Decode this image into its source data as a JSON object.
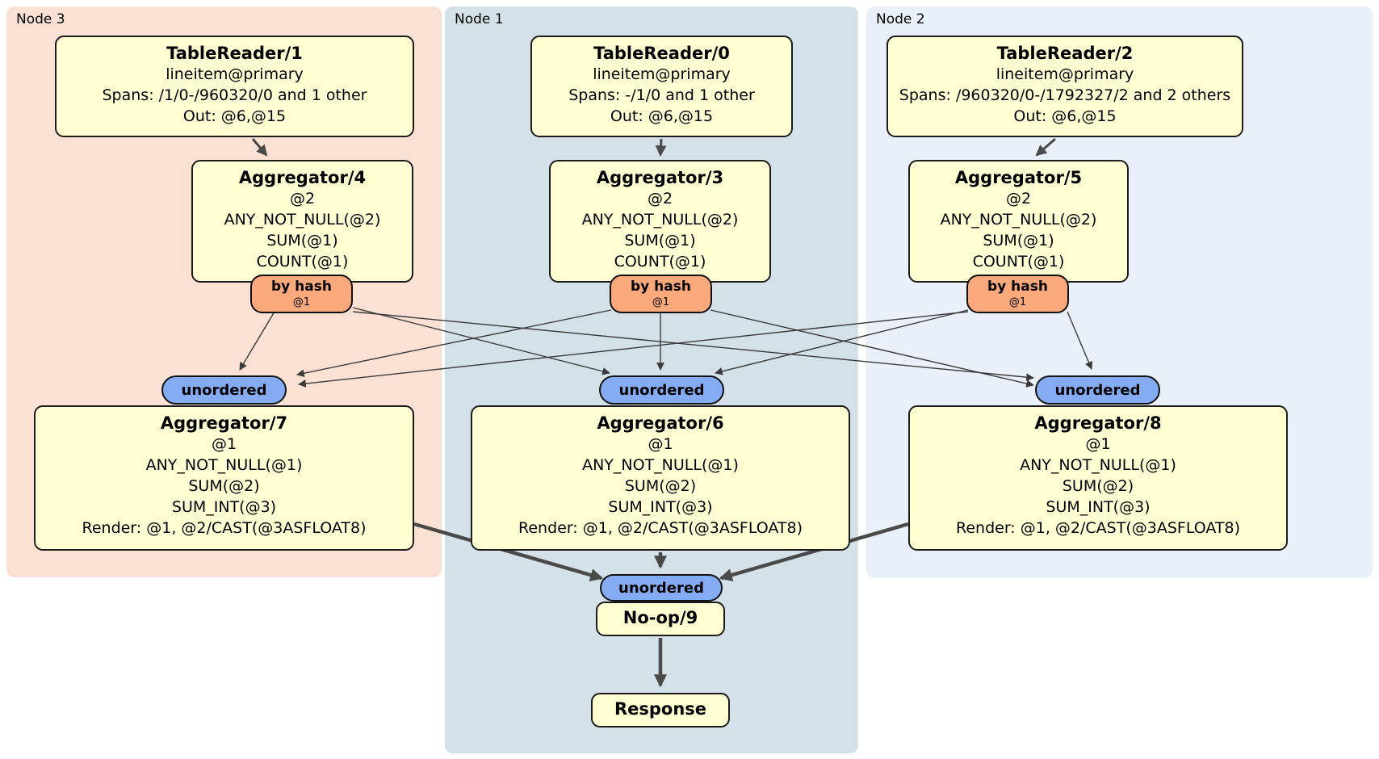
{
  "regions": {
    "node3": {
      "label": "Node 3"
    },
    "node1": {
      "label": "Node 1"
    },
    "node2": {
      "label": "Node 2"
    }
  },
  "processors": {
    "tablereader1": {
      "title": "TableReader/1",
      "lines": [
        "lineitem@primary",
        "Spans: /1/0-/960320/0 and 1 other",
        "Out: @6,@15"
      ]
    },
    "tablereader0": {
      "title": "TableReader/0",
      "lines": [
        "lineitem@primary",
        "Spans: -/1/0 and 1 other",
        "Out: @6,@15"
      ]
    },
    "tablereader2": {
      "title": "TableReader/2",
      "lines": [
        "lineitem@primary",
        "Spans: /960320/0-/1792327/2 and 2 others",
        "Out: @6,@15"
      ]
    },
    "aggregator4": {
      "title": "Aggregator/4",
      "lines": [
        "@2",
        "ANY_NOT_NULL(@2)",
        "SUM(@1)",
        "COUNT(@1)"
      ]
    },
    "aggregator3": {
      "title": "Aggregator/3",
      "lines": [
        "@2",
        "ANY_NOT_NULL(@2)",
        "SUM(@1)",
        "COUNT(@1)"
      ]
    },
    "aggregator5": {
      "title": "Aggregator/5",
      "lines": [
        "@2",
        "ANY_NOT_NULL(@2)",
        "SUM(@1)",
        "COUNT(@1)"
      ]
    },
    "aggregator7": {
      "title": "Aggregator/7",
      "lines": [
        "@1",
        "ANY_NOT_NULL(@1)",
        "SUM(@2)",
        "SUM_INT(@3)",
        "Render: @1, @2/CAST(@3ASFLOAT8)"
      ]
    },
    "aggregator6": {
      "title": "Aggregator/6",
      "lines": [
        "@1",
        "ANY_NOT_NULL(@1)",
        "SUM(@2)",
        "SUM_INT(@3)",
        "Render: @1, @2/CAST(@3ASFLOAT8)"
      ]
    },
    "aggregator8": {
      "title": "Aggregator/8",
      "lines": [
        "@1",
        "ANY_NOT_NULL(@1)",
        "SUM(@2)",
        "SUM_INT(@3)",
        "Render: @1, @2/CAST(@3ASFLOAT8)"
      ]
    },
    "noop9": {
      "title": "No-op/9"
    },
    "response": {
      "title": "Response"
    }
  },
  "router": {
    "label": "by hash",
    "detail": "@1"
  },
  "synchronizer": {
    "label": "unordered"
  },
  "colors": {
    "node3_bg": "#fbe1d3",
    "node1_bg": "#d4e1e9",
    "node2_bg": "#eaf0fa",
    "processor_bg": "#ffffd3",
    "router_bg": "#f9a97c",
    "synchronizer_bg": "#85acf2",
    "edge": "#4a4a4a"
  }
}
